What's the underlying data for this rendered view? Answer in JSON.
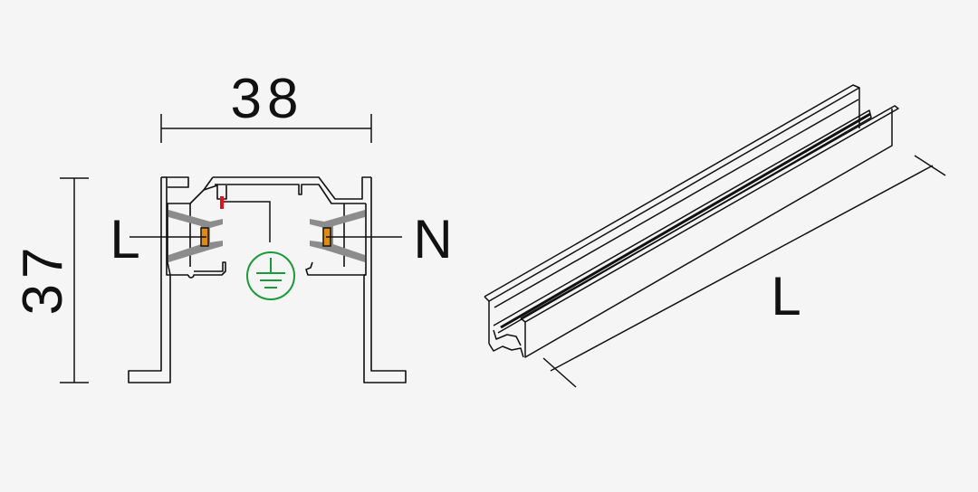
{
  "cross_section": {
    "width_label": "38",
    "height_label": "37",
    "live_label": "L",
    "neutral_label": "N",
    "earth_symbol": "ground-icon"
  },
  "isometric_view": {
    "length_label": "L"
  },
  "colors": {
    "background": "#f5f5f5",
    "line": "#111111",
    "conductor": "#e08a10",
    "insulator": "#8c8c8c",
    "earth": "#1a9a3a",
    "earth_contact": "#e0121a"
  }
}
